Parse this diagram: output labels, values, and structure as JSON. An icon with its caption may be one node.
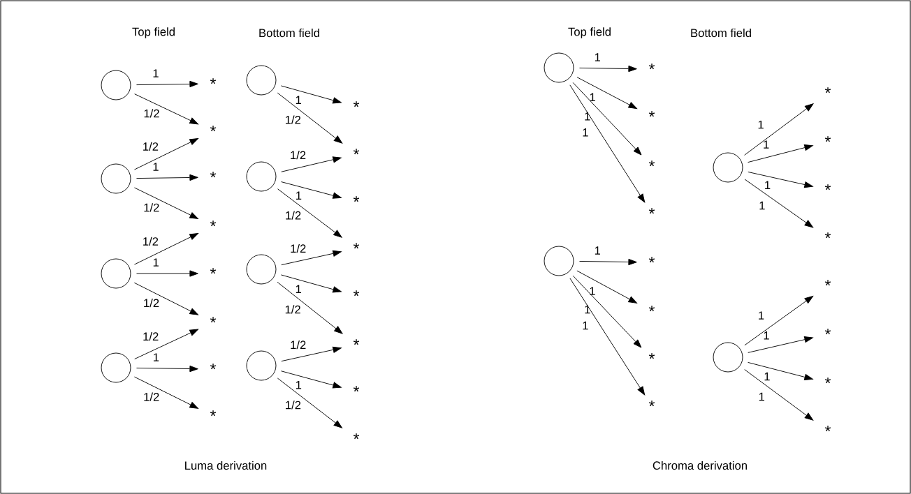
{
  "diagram": {
    "nodes": [
      {
        "text": [],
        "shape": "circle"
      },
      {
        "text": [],
        "shape": "circle"
      },
      {
        "text": [],
        "shape": "circle"
      },
      {
        "text": [],
        "shape": "circle"
      },
      {
        "text": [
          "*"
        ]
      },
      {
        "text": [
          "*"
        ]
      },
      {
        "text": [
          "*"
        ]
      },
      {
        "text": [
          "*"
        ]
      },
      {
        "text": [
          "*"
        ]
      },
      {
        "text": [
          "*"
        ]
      },
      {
        "text": [
          "*"
        ]
      },
      {
        "text": [
          "*"
        ]
      },
      {
        "text": [],
        "shape": "circle"
      },
      {
        "text": [],
        "shape": "circle"
      },
      {
        "text": [],
        "shape": "circle"
      },
      {
        "text": [],
        "shape": "circle"
      },
      {
        "text": [
          "*"
        ]
      },
      {
        "text": [
          "*"
        ]
      },
      {
        "text": [
          "*"
        ]
      },
      {
        "text": [
          "*"
        ]
      },
      {
        "text": [
          "*"
        ]
      },
      {
        "text": [
          "*"
        ]
      },
      {
        "text": [
          "*"
        ]
      },
      {
        "text": [
          "*"
        ]
      },
      {
        "text": [],
        "shape": "circle"
      },
      {
        "text": [],
        "shape": "circle"
      },
      {
        "text": [
          "*"
        ]
      },
      {
        "text": [
          "*"
        ]
      },
      {
        "text": [
          "*"
        ]
      },
      {
        "text": [
          "*"
        ]
      },
      {
        "text": [
          "*"
        ]
      },
      {
        "text": [
          "*"
        ]
      },
      {
        "text": [
          "*"
        ]
      },
      {
        "text": [
          "*"
        ]
      },
      {
        "text": [],
        "shape": "circle"
      },
      {
        "text": [],
        "shape": "circle"
      },
      {
        "text": [
          "*"
        ]
      },
      {
        "text": [
          "*"
        ]
      },
      {
        "text": [
          "*"
        ]
      },
      {
        "text": [
          "*"
        ]
      },
      {
        "text": [
          "*"
        ]
      },
      {
        "text": [
          "*"
        ]
      },
      {
        "text": [
          "*"
        ]
      },
      {
        "text": [
          "*"
        ]
      }
    ],
    "edges": [
      {
        "from": 0,
        "to": 4,
        "arrow": "to",
        "label": "1"
      },
      {
        "from": 0,
        "to": 5,
        "arrow": "to",
        "label": "1/2"
      },
      {
        "from": 1,
        "to": 5,
        "arrow": "to",
        "label": "1/2"
      },
      {
        "from": 1,
        "to": 6,
        "arrow": "to",
        "label": "1"
      },
      {
        "from": 1,
        "to": 7,
        "arrow": "to",
        "label": "1/2"
      },
      {
        "from": 2,
        "to": 7,
        "arrow": "to",
        "label": "1/2"
      },
      {
        "from": 2,
        "to": 8,
        "arrow": "to",
        "label": "1"
      },
      {
        "from": 2,
        "to": 9,
        "arrow": "to",
        "label": "1/2"
      },
      {
        "from": 3,
        "to": 9,
        "arrow": "to",
        "label": "1/2"
      },
      {
        "from": 3,
        "to": 10,
        "arrow": "to",
        "label": "1"
      },
      {
        "from": 3,
        "to": 11,
        "arrow": "to",
        "label": "1/2"
      },
      {
        "from": 12,
        "to": 16,
        "arrow": "to",
        "label": "1"
      },
      {
        "from": 12,
        "to": 17,
        "arrow": "to",
        "label": "1/2"
      },
      {
        "from": 13,
        "to": 17,
        "arrow": "to",
        "label": "1/2"
      },
      {
        "from": 13,
        "to": 18,
        "arrow": "to",
        "label": "1"
      },
      {
        "from": 13,
        "to": 19,
        "arrow": "to",
        "label": "1/2"
      },
      {
        "from": 14,
        "to": 19,
        "arrow": "to",
        "label": "1/2"
      },
      {
        "from": 14,
        "to": 20,
        "arrow": "to",
        "label": "1"
      },
      {
        "from": 14,
        "to": 21,
        "arrow": "to",
        "label": "1/2"
      },
      {
        "from": 15,
        "to": 21,
        "arrow": "to",
        "label": "1/2"
      },
      {
        "from": 15,
        "to": 22,
        "arrow": "to",
        "label": "1"
      },
      {
        "from": 15,
        "to": 23,
        "arrow": "to",
        "label": "1/2"
      },
      {
        "from": 24,
        "to": 26,
        "arrow": "to",
        "label": "1"
      },
      {
        "from": 24,
        "to": 27,
        "arrow": "to",
        "label": "1"
      },
      {
        "from": 24,
        "to": 28,
        "arrow": "to",
        "label": "1"
      },
      {
        "from": 24,
        "to": 29,
        "arrow": "to",
        "label": "1"
      },
      {
        "from": 25,
        "to": 30,
        "arrow": "to",
        "label": "1"
      },
      {
        "from": 25,
        "to": 31,
        "arrow": "to",
        "label": "1"
      },
      {
        "from": 25,
        "to": 32,
        "arrow": "to",
        "label": "1"
      },
      {
        "from": 25,
        "to": 33,
        "arrow": "to",
        "label": "1"
      },
      {
        "from": 34,
        "to": 36,
        "arrow": "to",
        "label": "1"
      },
      {
        "from": 34,
        "to": 37,
        "arrow": "to",
        "label": "1"
      },
      {
        "from": 34,
        "to": 38,
        "arrow": "to",
        "label": "1"
      },
      {
        "from": 34,
        "to": 39,
        "arrow": "to",
        "label": "1"
      },
      {
        "from": 35,
        "to": 40,
        "arrow": "to",
        "label": "1"
      },
      {
        "from": 35,
        "to": 41,
        "arrow": "to",
        "label": "1"
      },
      {
        "from": 35,
        "to": 42,
        "arrow": "to",
        "label": "1"
      },
      {
        "from": 35,
        "to": 43,
        "arrow": "to",
        "label": "1"
      }
    ],
    "labels": [
      "Top field",
      "Bottom field",
      "Top field",
      "Bottom field",
      "Luma derivation",
      "Chroma derivation"
    ]
  }
}
